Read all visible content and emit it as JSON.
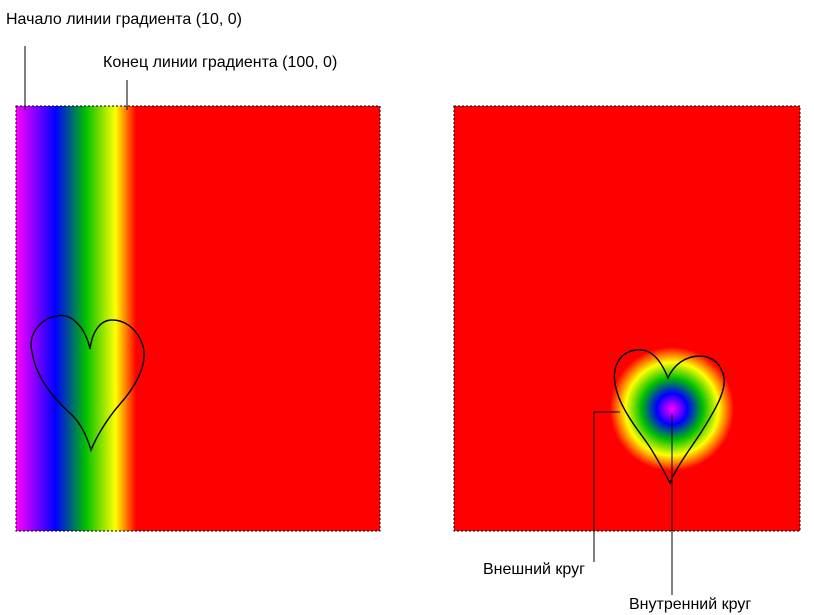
{
  "labels": {
    "gradient_start": "Начало линии градиента (10, 0)",
    "gradient_end": "Конец линии градиента (100, 0)",
    "outer_circle": "Внешний круг",
    "inner_circle": "Внутренний круг"
  },
  "colors": {
    "background_fill": "#ff0000",
    "stop_magenta": "#ff00ff",
    "stop_blue": "#0000ff",
    "stop_green": "#00c000",
    "stop_yellow": "#ffff00",
    "stop_red": "#ff0000",
    "outline": "#000000"
  }
}
